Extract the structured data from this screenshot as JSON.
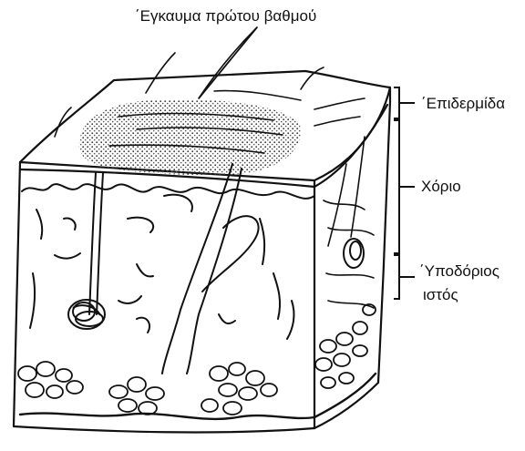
{
  "diagram": {
    "title": "΄Εγκαυμα πρώτου βαθμού",
    "layers": {
      "epidermis": "΄Επιδερμίδα",
      "dermis": "Χόριο",
      "subcutaneous_line1": "΄Υποδόριος",
      "subcutaneous_line2": "ιστός"
    }
  },
  "colors": {
    "ink": "#111111",
    "burn_stipple": "#7a7a7a",
    "background": "#ffffff"
  }
}
